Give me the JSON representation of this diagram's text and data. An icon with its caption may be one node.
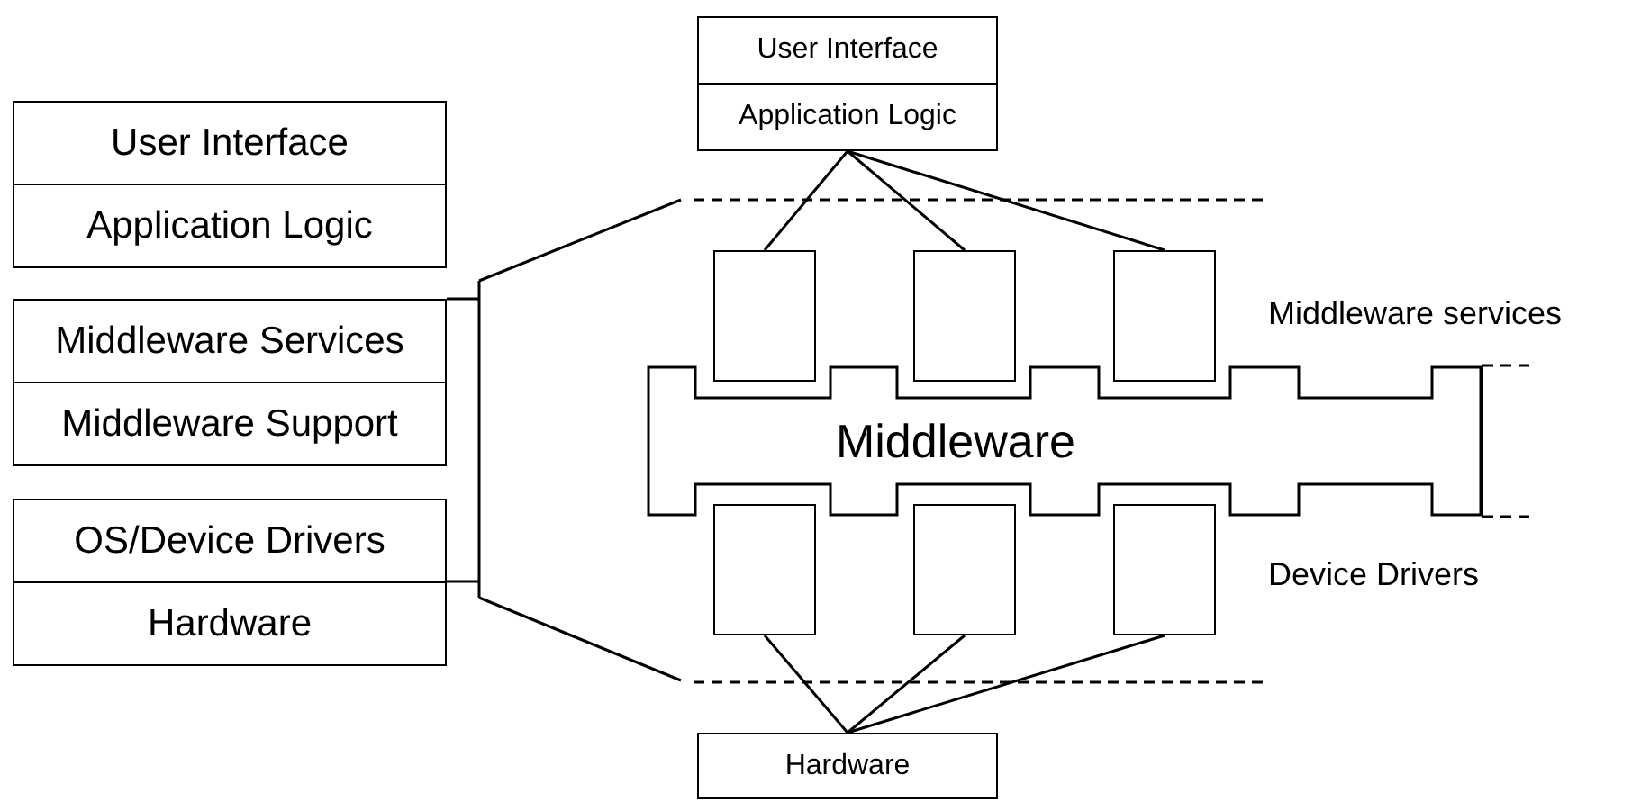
{
  "diagram": {
    "nodes": [
      {
        "text": [
          "User Interface"
        ]
      },
      {
        "text": [
          "Application Logic"
        ]
      },
      {
        "text": [
          "Middleware Services"
        ]
      },
      {
        "text": [
          "Middleware Support"
        ]
      },
      {
        "text": [
          "OS/Device Drivers"
        ]
      },
      {
        "text": [
          "Hardware"
        ]
      },
      {
        "text": [
          "User Interface"
        ]
      },
      {
        "text": [
          "Application Logic"
        ]
      },
      {
        "text": [],
        "shape": "box"
      },
      {
        "text": [],
        "shape": "box"
      },
      {
        "text": [],
        "shape": "box"
      },
      {
        "text": [
          "Middleware"
        ]
      },
      {
        "text": [],
        "shape": "box"
      },
      {
        "text": [],
        "shape": "box"
      },
      {
        "text": [],
        "shape": "box"
      },
      {
        "text": [
          "Hardware"
        ]
      }
    ],
    "edges": [
      {
        "from": 7,
        "to": 8,
        "arrow": "none"
      },
      {
        "from": 7,
        "to": 9,
        "arrow": "none"
      },
      {
        "from": 7,
        "to": 10,
        "arrow": "none"
      },
      {
        "from": 12,
        "to": 15,
        "arrow": "none"
      },
      {
        "from": 13,
        "to": 15,
        "arrow": "none"
      },
      {
        "from": 14,
        "to": 15,
        "arrow": "none"
      }
    ],
    "labels": [
      "Middleware services",
      "Device Drivers"
    ]
  }
}
